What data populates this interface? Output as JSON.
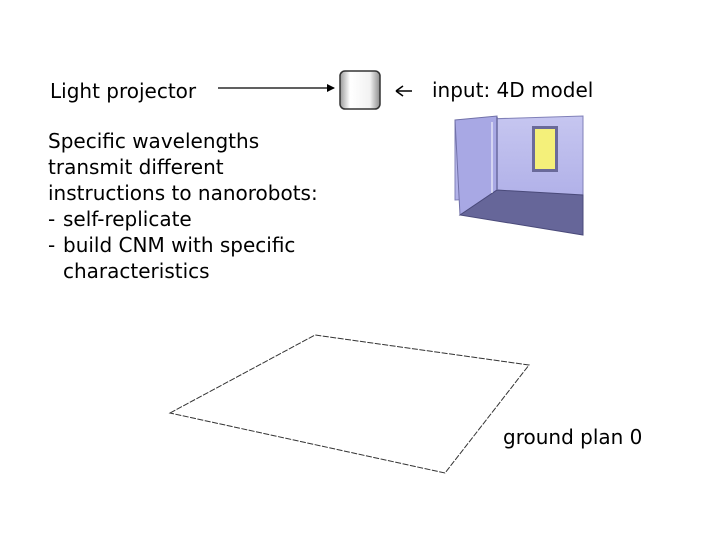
{
  "projector": {
    "label": "Light projector"
  },
  "input": {
    "arrow_glyph": "←",
    "text": "input: 4D model"
  },
  "instructions": {
    "lines": [
      "Specific wavelengths",
      "transmit different",
      "instructions to nanorobots:"
    ],
    "bullets": [
      {
        "marker": "-",
        "text": "self-replicate"
      },
      {
        "marker": "-",
        "text": "build CNM with specific",
        "continuation": "characteristics"
      }
    ]
  },
  "ground": {
    "label": "ground plan 0"
  },
  "colors": {
    "room_wall": "#b8b8ee",
    "room_floor": "#666699",
    "window": "#f4f07a"
  }
}
